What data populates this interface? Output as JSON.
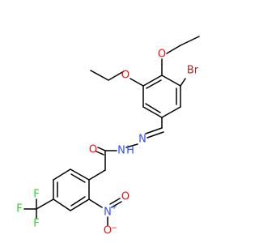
{
  "molecule": {
    "atom_labels": {
      "o_ethoxy_upper": "O",
      "o_ethoxy_lower": "O",
      "br": "Br",
      "n_imine": "N",
      "n_hydrazide": "N",
      "h_hydrazide": "H",
      "o_carbonyl": "O",
      "n_nitro": "N",
      "n_nitro_charge": "+",
      "o_nitro_upper": "O",
      "o_nitro_lower": "O",
      "o_nitro_charge": "−",
      "f_left": "F",
      "f_top": "F",
      "f_bottom": "F"
    },
    "colors": {
      "carbon": "#000000",
      "nitrogen": "#3050f8",
      "oxygen": "#ff0d0d",
      "bromine": "#a62929",
      "fluorine": "#33cc33"
    }
  }
}
